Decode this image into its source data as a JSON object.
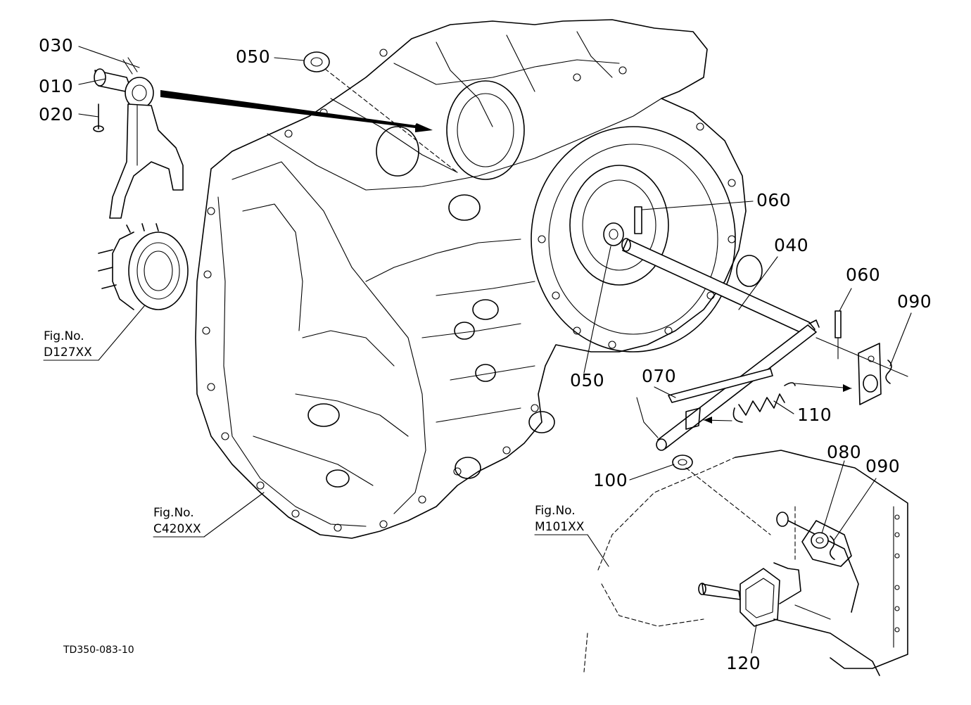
{
  "parts": [
    {
      "id": "p030",
      "label": "030"
    },
    {
      "id": "p010",
      "label": "010"
    },
    {
      "id": "p020",
      "label": "020"
    },
    {
      "id": "p050a",
      "label": "050"
    },
    {
      "id": "p050b",
      "label": "050"
    },
    {
      "id": "p060a",
      "label": "060"
    },
    {
      "id": "p040",
      "label": "040"
    },
    {
      "id": "p060b",
      "label": "060"
    },
    {
      "id": "p090a",
      "label": "090"
    },
    {
      "id": "p070",
      "label": "070"
    },
    {
      "id": "p110",
      "label": "110"
    },
    {
      "id": "p100",
      "label": "100"
    },
    {
      "id": "p080",
      "label": "080"
    },
    {
      "id": "p090b",
      "label": "090"
    },
    {
      "id": "p120",
      "label": "120"
    }
  ],
  "figure_refs": [
    {
      "id": "d127",
      "title": "Fig.No.",
      "code": "D127XX"
    },
    {
      "id": "c420",
      "title": "Fig.No.",
      "code": "C420XX"
    },
    {
      "id": "m101",
      "title": "Fig.No.",
      "code": "M101XX"
    }
  ],
  "drawing_id": "TD350-083-10",
  "colors": {
    "line": "#000000",
    "background": "#ffffff"
  }
}
